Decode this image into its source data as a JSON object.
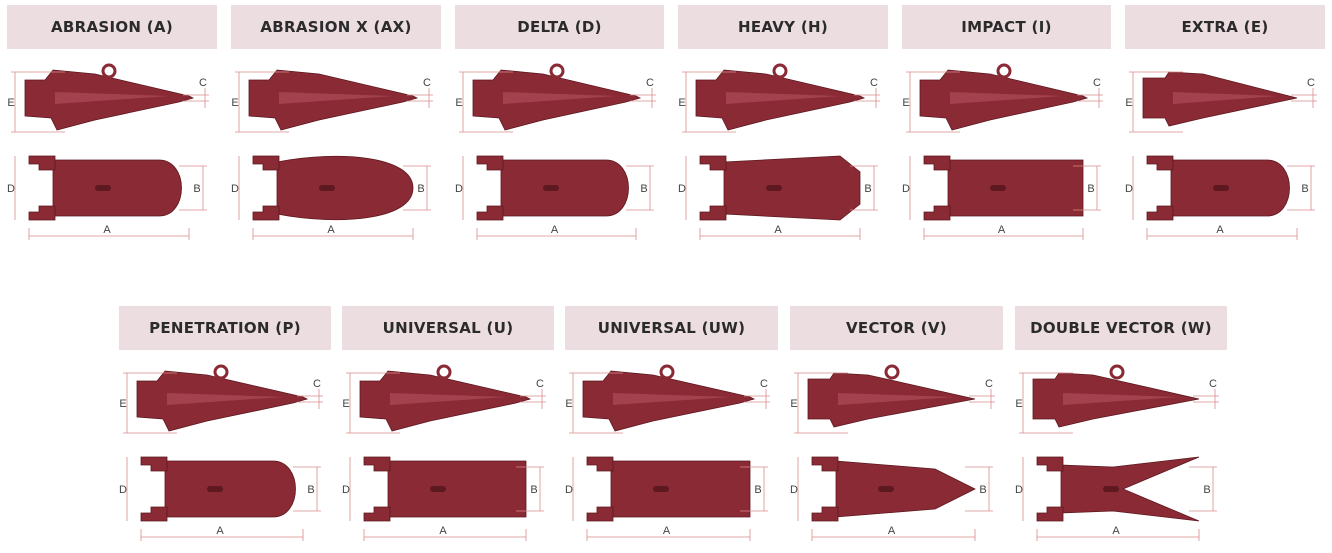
{
  "colors": {
    "header_bg": "#ecdde0",
    "tooth": "#8a2a35",
    "dimension_line": "#d98a8a"
  },
  "dimension_labels": {
    "a": "A",
    "b": "B",
    "c": "C",
    "d": "D",
    "e": "E"
  },
  "tooth_types": [
    {
      "id": "abrasion",
      "title": "ABRASION (A)"
    },
    {
      "id": "abrasion-x",
      "title": "ABRASION X (AX)"
    },
    {
      "id": "delta",
      "title": "DELTA (D)"
    },
    {
      "id": "heavy",
      "title": "HEAVY (H)"
    },
    {
      "id": "impact",
      "title": "IMPACT (I)"
    },
    {
      "id": "extra",
      "title": "EXTRA (E)"
    },
    {
      "id": "penetration",
      "title": "PENETRATION (P)"
    },
    {
      "id": "universal-u",
      "title": "UNIVERSAL (U)"
    },
    {
      "id": "universal-uw",
      "title": "UNIVERSAL (UW)"
    },
    {
      "id": "vector",
      "title": "VECTOR (V)"
    },
    {
      "id": "double-vector",
      "title": "DOUBLE VECTOR (W)"
    }
  ]
}
